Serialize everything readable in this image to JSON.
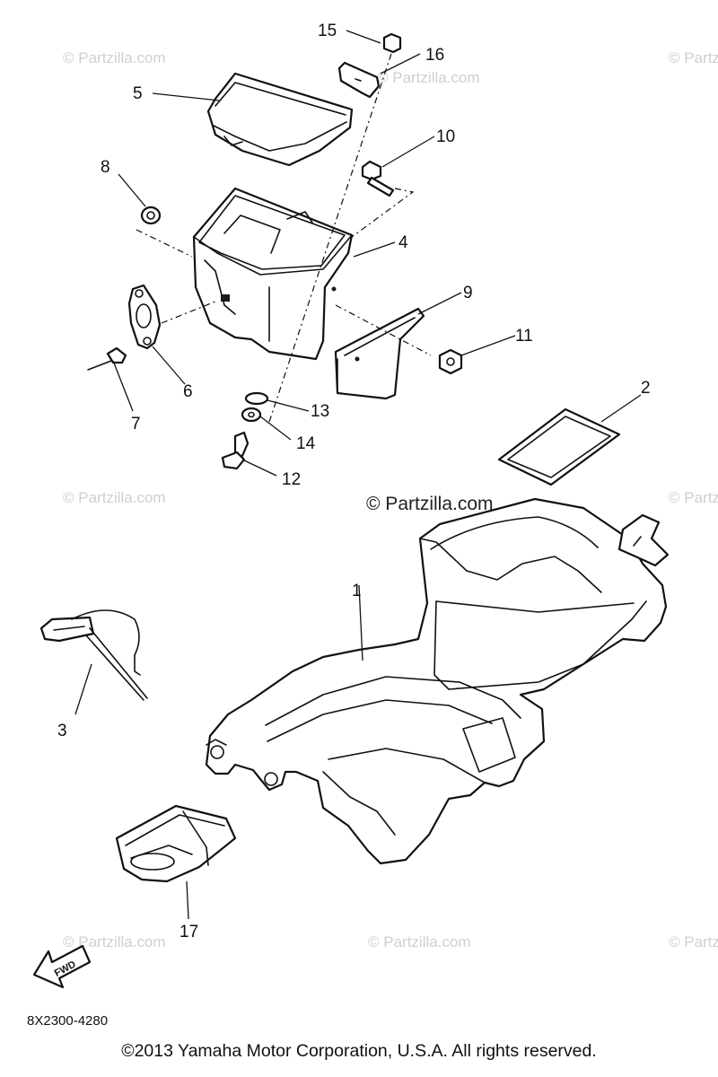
{
  "watermark": {
    "text": "© Partzilla.com",
    "center_text": "© Partzilla.com"
  },
  "callouts": {
    "c1": "1",
    "c2": "2",
    "c3": "3",
    "c4": "4",
    "c5": "5",
    "c6": "6",
    "c7": "7",
    "c8": "8",
    "c9": "9",
    "c10": "10",
    "c11": "11",
    "c12": "12",
    "c13": "13",
    "c14": "14",
    "c15": "15",
    "c16": "16",
    "c17": "17"
  },
  "fwd_label": "FWD",
  "diagram_code": "8X2300-4280",
  "copyright": "©2013 Yamaha Motor Corporation, U.S.A. All rights reserved.",
  "colors": {
    "line": "#111111",
    "watermark": "#cfcfcf",
    "background": "#ffffff"
  }
}
